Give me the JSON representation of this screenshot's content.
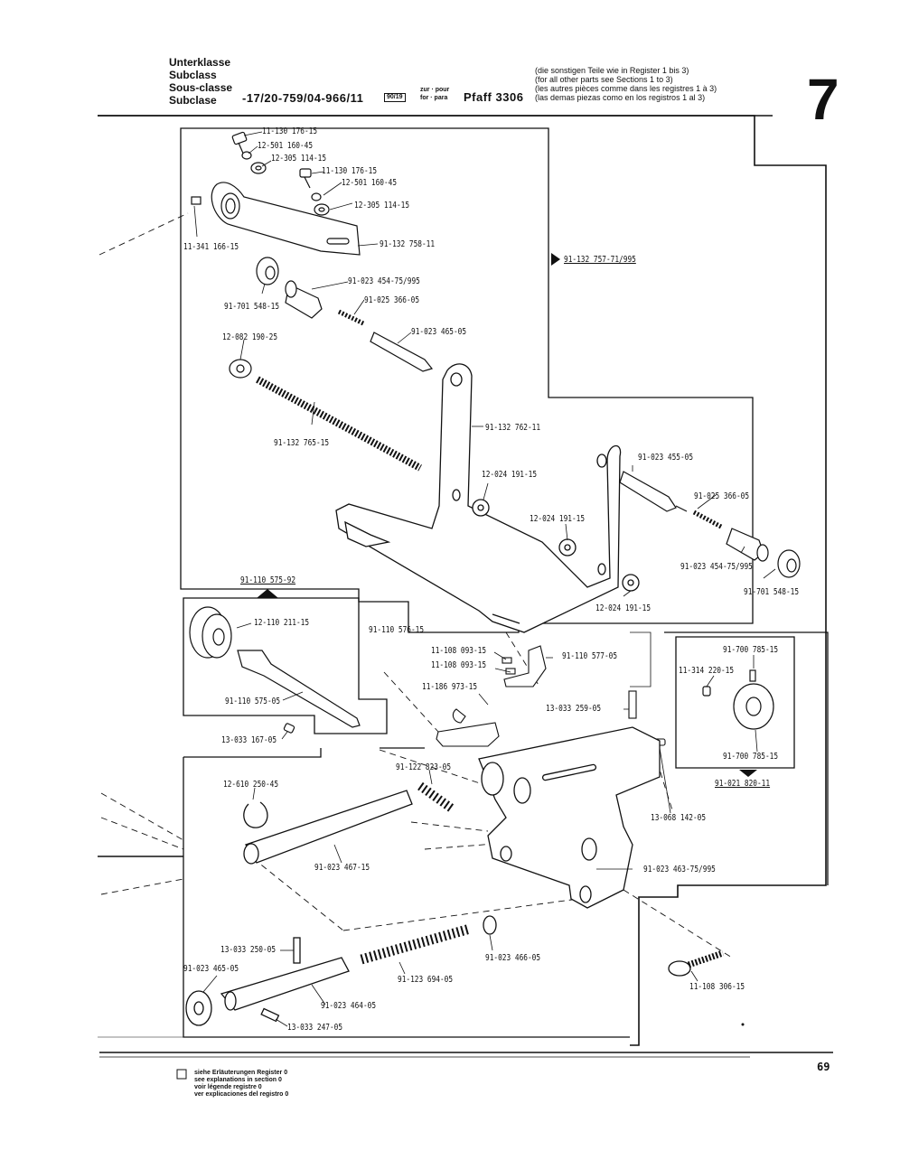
{
  "header": {
    "labels": [
      "Unterklasse",
      "Subclass",
      "Sous-classe",
      "Subclase"
    ],
    "model_code": "-17/20-759/04-966/11",
    "box_mark": "90/19",
    "for_label_top": "zur · pour",
    "for_label_bottom": "for · para",
    "machine": "Pfaff 3306",
    "other_parts": [
      "(die sonstigen Teile wie in Register 1 bis 3)",
      "(for all other parts see Sections 1 to 3)",
      "(les autres pièces comme dans les registres 1 à 3)",
      "(las demas piezas como en los registros 1 al 3)"
    ],
    "section_number": "7"
  },
  "parts": {
    "p1": "11-130 176-15",
    "p2": "12-501 160-45",
    "p3": "12-305 114-15",
    "p4": "11-130 176-15",
    "p5": "12-501 160-45",
    "p6": "12-305 114-15",
    "p7": "11-341 166-15",
    "p8": "91-132 758-11",
    "p9": "91-132 757-71/995",
    "p10": "91-023 454-75/995",
    "p11": "91-701 548-15",
    "p12": "91-025 366-05",
    "p13": "12-082 190-25",
    "p14": "91-023 465-05",
    "p15": "91-132 762-11",
    "p16": "91-132 765-15",
    "p17": "12-024 191-15",
    "p18": "91-023 455-05",
    "p19": "91-025 366-05",
    "p20": "12-024 191-15",
    "p21": "91-023 454-75/995",
    "p22": "91-701 548-15",
    "p23": "12-024 191-15",
    "p24": "91-110 575-92",
    "p25": "12-110 211-15",
    "p26": "91-110 576-15",
    "p27": "11-108 093-15",
    "p28": "11-108 093-15",
    "p29": "91-110 577-05",
    "p30": "91-110 575-05",
    "p31": "11-186 973-15",
    "p32": "13-033 259-05",
    "p33": "91-700 785-15",
    "p34": "11-314 220-15",
    "p35": "13-033 167-05",
    "p36": "91-700 785-15",
    "p37": "91-122 823-05",
    "p38": "91-021 820-11",
    "p39": "12-610 250-45",
    "p40": "13-068 142-05",
    "p41": "91-023 467-15",
    "p42": "91-023 463-75/995",
    "p43": "13-033 250-05",
    "p44": "91-023 465-05",
    "p45": "91-023 466-05",
    "p46": "91-123 694-05",
    "p47": "11-108 306-15",
    "p48": "91-023 464-05",
    "p49": "13-033 247-05"
  },
  "footer": {
    "notes": [
      "siehe Erläuterungen Register 0",
      "see explanations in section 0",
      "voir légende registre 0",
      "ver explicaciones del registro 0"
    ],
    "page_number": "69"
  }
}
